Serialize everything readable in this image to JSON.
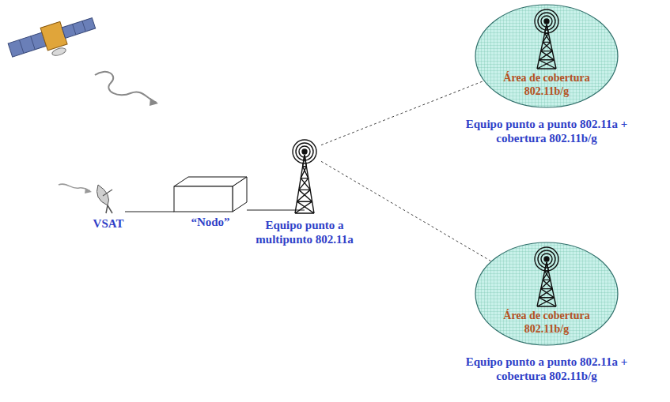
{
  "diagram": {
    "nodes": [
      {
        "text": [
          "VSAT"
        ]
      },
      {
        "text": [
          "“Nodo”"
        ]
      },
      {
        "text": [
          "Equipo punto a multipunto 802.11a"
        ]
      },
      {
        "text": [
          "Área de cobertura 802.11b/g",
          "Equipo punto a punto 802.11a + cobertura 802.11b/g"
        ]
      },
      {
        "text": [
          "Área de cobertura 802.11b/g",
          "Equipo punto a punto 802.11a + cobertura 802.11b/g"
        ]
      }
    ],
    "edges": [
      {
        "from": 0,
        "to": 1,
        "arrow": "none"
      },
      {
        "from": 1,
        "to": 2,
        "arrow": "none"
      },
      {
        "from": 2,
        "to": 3,
        "arrow": "none"
      },
      {
        "from": 2,
        "to": 4,
        "arrow": "none"
      }
    ]
  }
}
